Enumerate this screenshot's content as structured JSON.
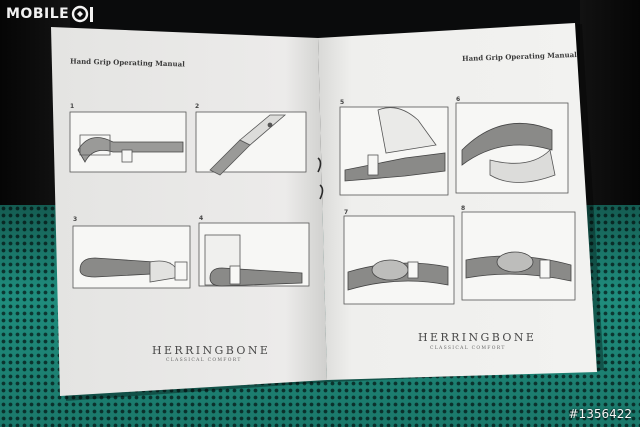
{
  "logo": {
    "text": "MOBILE",
    "icon": "mobile01-logo-icon"
  },
  "watermark": "#1356422",
  "manual": {
    "left_page": {
      "header": "Hand Grip Operating Manual",
      "step_numbers": [
        "1",
        "2",
        "3",
        "4"
      ],
      "brand": "HERRINGBONE",
      "tagline": "CLASSICAL COMFORT"
    },
    "right_page": {
      "header": "Hand Grip Operating Manual",
      "step_numbers": [
        "5",
        "6",
        "7",
        "8"
      ],
      "brand": "HERRINGBONE",
      "tagline": "CLASSICAL COMFORT"
    }
  },
  "colors": {
    "mat": "#1f8d7d",
    "paper": "#eeeeec",
    "background": "#0a0b0c"
  }
}
